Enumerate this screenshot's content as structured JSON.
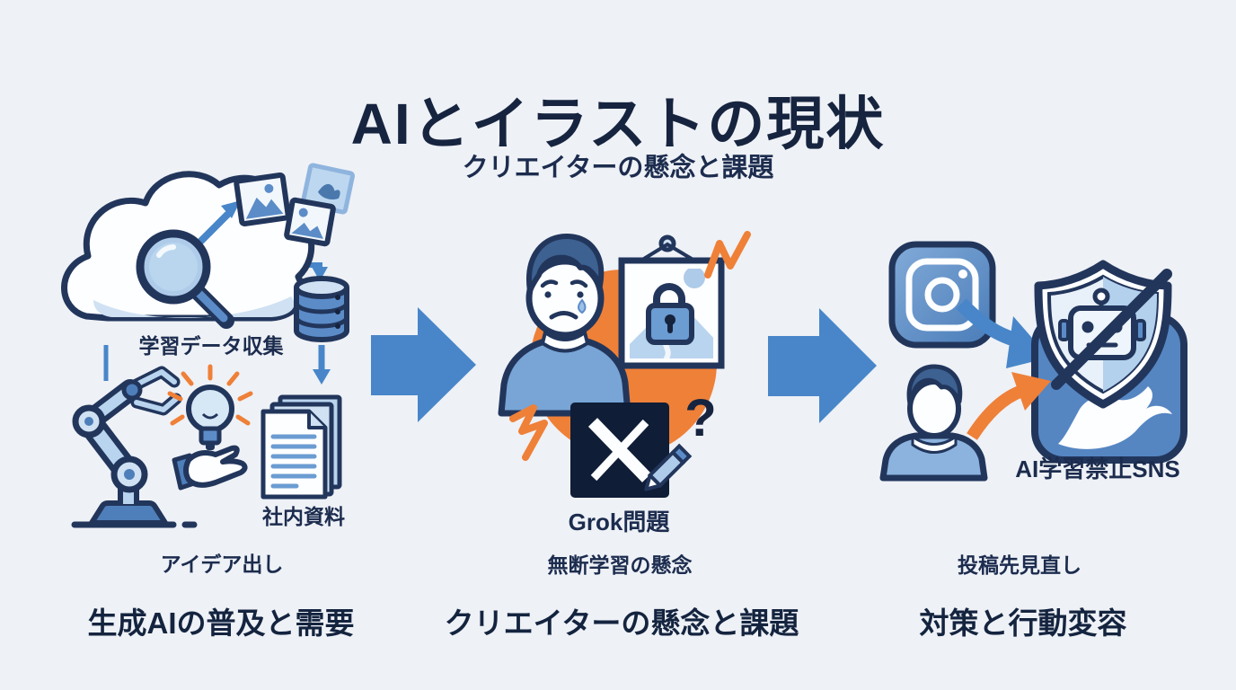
{
  "page": {
    "title": "AIとイラストの現状",
    "subtitle": "クリエイターの懸念と課題"
  },
  "colors": {
    "background": "#eef1f6",
    "navy_text": "#16243f",
    "outline_navy": "#22365c",
    "arrow_blue": "#4886c9",
    "mid_blue": "#5b8cc8",
    "light_blue": "#aecbe9",
    "orange": "#ef8038",
    "x_logo_black": "#0f1d37"
  },
  "flow": {
    "arrow_icons": [
      "right-block-arrow",
      "right-block-arrow"
    ]
  },
  "sections": {
    "generation": {
      "caption": "生成AIの普及と需要",
      "labels": {
        "data_collection": "学習データ収集",
        "internal_documents": "社内資料",
        "ideation": "アイデア出し"
      },
      "icons": [
        "cloud-icon",
        "magnifier-icon",
        "photo-thumbnails-icon",
        "upload-arrow-icon",
        "database-icon",
        "flow-arrow-icons",
        "robot-arm-icon",
        "lightbulb-icon",
        "hand-icon",
        "documents-icon"
      ]
    },
    "concerns": {
      "caption": "クリエイターの懸念と課題",
      "labels": {
        "grok_issue": "Grok問題",
        "unauthorized_learning": "無断学習の懸念"
      },
      "question_mark": "?",
      "icons": [
        "worried-person-icon",
        "framed-artwork-icon",
        "lock-icon",
        "x-logo-icon",
        "pencil-icon",
        "question-mark",
        "spark-zigzag-icons",
        "orange-circle"
      ]
    },
    "actions": {
      "caption": "対策と行動変容",
      "labels": {
        "no_ai_training_sns": "AI学習禁止SNS",
        "review_posting": "投稿先見直し"
      },
      "icons": [
        "instagram-icon",
        "app-arrow-icon",
        "sns-app-icon",
        "bird-icon",
        "shield-icon",
        "robot-head-icon",
        "no-slash-icon",
        "person-icon",
        "redirect-arrow-icon"
      ]
    }
  }
}
